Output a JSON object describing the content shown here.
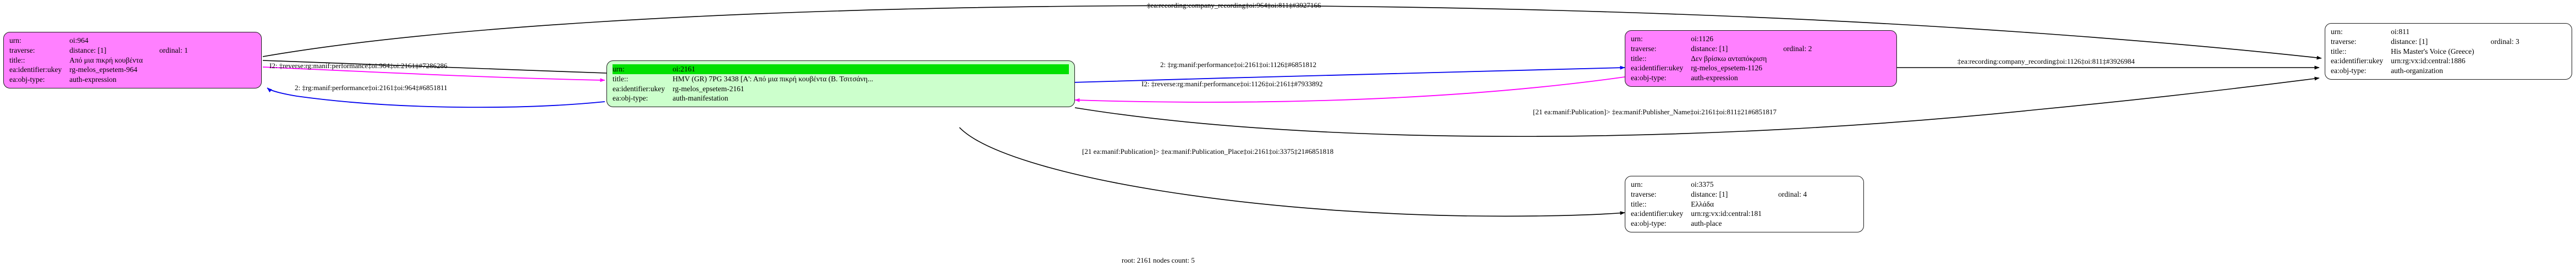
{
  "graph": {
    "caption": "root: 2161 nodes count: 5",
    "nodes": [
      {
        "id": "n964",
        "color_name": "pink",
        "color": "#ff80ff",
        "rows": [
          {
            "key": "urn:",
            "value": "oi:964",
            "extra": ""
          },
          {
            "key": "traverse:",
            "value": "distance: [1]",
            "extra": "ordinal: 1"
          },
          {
            "key": "title::",
            "value": "Από μια πικρή κουβέντα",
            "extra": ""
          },
          {
            "key": "ea:identifier:ukey",
            "value": "rg-melos_epsetem-964",
            "extra": ""
          },
          {
            "key": "ea:obj-type:",
            "value": "auth-expression",
            "extra": ""
          }
        ]
      },
      {
        "id": "n2161",
        "color_name": "green",
        "color": "#ccffcc",
        "highlight_color": "#00e000",
        "rows": [
          {
            "key": "urn:",
            "value": "oi:2161",
            "extra": "",
            "highlight": true
          },
          {
            "key": "title::",
            "value": "HMV (GR) 7PG 3438 [Α': Από μια πικρή κουβέντα (Β. Τσιτσάνη...",
            "extra": ""
          },
          {
            "key": "ea:identifier:ukey",
            "value": "rg-melos_epsetem-2161",
            "extra": ""
          },
          {
            "key": "ea:obj-type:",
            "value": "auth-manifestation",
            "extra": ""
          }
        ]
      },
      {
        "id": "n1126",
        "color_name": "pink",
        "color": "#ff80ff",
        "rows": [
          {
            "key": "urn:",
            "value": "oi:1126",
            "extra": ""
          },
          {
            "key": "traverse:",
            "value": "distance: [1]",
            "extra": "ordinal: 2"
          },
          {
            "key": "title::",
            "value": "Δεν βρίσκω ανταπόκριση",
            "extra": ""
          },
          {
            "key": "ea:identifier:ukey",
            "value": "rg-melos_epsetem-1126",
            "extra": ""
          },
          {
            "key": "ea:obj-type:",
            "value": "auth-expression",
            "extra": ""
          }
        ]
      },
      {
        "id": "n811",
        "color_name": "plain",
        "color": "#ffffff",
        "rows": [
          {
            "key": "urn:",
            "value": "oi:811",
            "extra": ""
          },
          {
            "key": "traverse:",
            "value": "distance: [1]",
            "extra": "ordinal: 3"
          },
          {
            "key": "title::",
            "value": "His Master's Voice (Greece)",
            "extra": ""
          },
          {
            "key": "ea:identifier:ukey",
            "value": "urn:rg:vx:id:central:1886",
            "extra": ""
          },
          {
            "key": "ea:obj-type:",
            "value": "auth-organization",
            "extra": ""
          }
        ]
      },
      {
        "id": "n3375",
        "color_name": "plain",
        "color": "#ffffff",
        "rows": [
          {
            "key": "urn:",
            "value": "oi:3375",
            "extra": ""
          },
          {
            "key": "traverse:",
            "value": "distance: [1]",
            "extra": "ordinal: 4"
          },
          {
            "key": "title::",
            "value": "Ελλάδα",
            "extra": ""
          },
          {
            "key": "ea:identifier:ukey",
            "value": "urn:rg:vx:id:central:181",
            "extra": ""
          },
          {
            "key": "ea:obj-type:",
            "value": "auth-place",
            "extra": ""
          }
        ]
      }
    ],
    "edges": [
      {
        "id": "e-top-964-811",
        "label": "‡ea:recording:company_recording‡oi:964‡oi:811‡#3927166",
        "color": "#000000"
      },
      {
        "id": "e-964-2161-reverse",
        "label": "I2: ‡reverse:rg:manif:performance‡oi:964‡oi:2161‡#7286286",
        "color": "#000000"
      },
      {
        "id": "e-2161-964-perf",
        "label": "2: ‡rg:manif:performance‡oi:2161‡oi:964‡#6851811",
        "color": "#0000ee"
      },
      {
        "id": "e-2161-1126-perf",
        "label": "2: ‡rg:manif:performance‡oi:2161‡oi:1126‡#6851812",
        "color": "#0000ee"
      },
      {
        "id": "e-1126-2161-reverse",
        "label": "I2: ‡reverse:rg:manif:performance‡oi:1126‡oi:2161‡#7933892",
        "color": "#ff00ff"
      },
      {
        "id": "e-1126-811-company",
        "label": "‡ea:recording:company_recording‡oi:1126‡oi:811‡#3926984",
        "color": "#000000"
      },
      {
        "id": "e-2161-811-publisher",
        "label": "[21 ea:manif:Publication]> ‡ea:manif:Publisher_Name‡oi:2161‡oi:811‡21#6851817",
        "color": "#000000"
      },
      {
        "id": "e-2161-3375-place",
        "label": "[21 ea:manif:Publication]> ‡ea:manif:Publication_Place‡oi:2161‡oi:3375‡21#6851818",
        "color": "#000000"
      }
    ]
  }
}
